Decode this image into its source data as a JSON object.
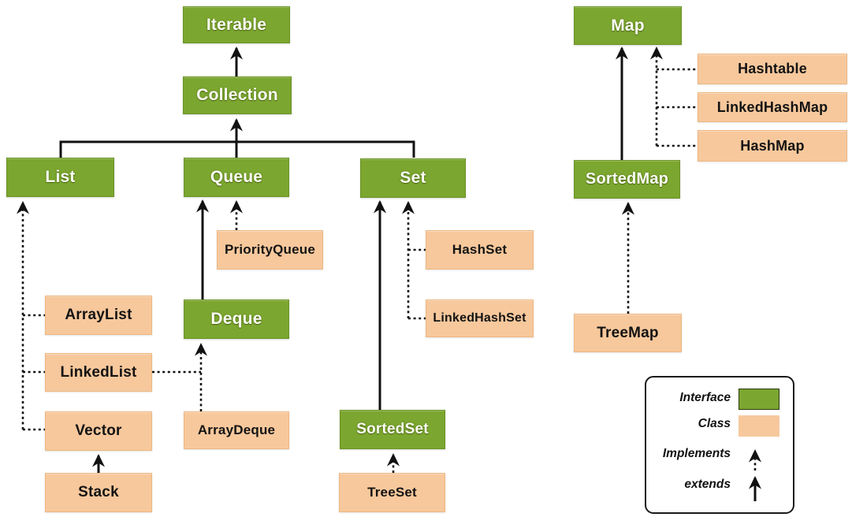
{
  "nodes": {
    "iterable": {
      "label": "Iterable",
      "kind": "interface"
    },
    "collection": {
      "label": "Collection",
      "kind": "interface"
    },
    "list": {
      "label": "List",
      "kind": "interface"
    },
    "queue": {
      "label": "Queue",
      "kind": "interface"
    },
    "set": {
      "label": "Set",
      "kind": "interface"
    },
    "deque": {
      "label": "Deque",
      "kind": "interface"
    },
    "sortedset": {
      "label": "SortedSet",
      "kind": "interface"
    },
    "map": {
      "label": "Map",
      "kind": "interface"
    },
    "sortedmap": {
      "label": "SortedMap",
      "kind": "interface"
    },
    "priorityqueue": {
      "label": "PriorityQueue",
      "kind": "class"
    },
    "arraylist": {
      "label": "ArrayList",
      "kind": "class"
    },
    "linkedlist": {
      "label": "LinkedList",
      "kind": "class"
    },
    "vector": {
      "label": "Vector",
      "kind": "class"
    },
    "stack": {
      "label": "Stack",
      "kind": "class"
    },
    "arraydeque": {
      "label": "ArrayDeque",
      "kind": "class"
    },
    "hashset": {
      "label": "HashSet",
      "kind": "class"
    },
    "linkedhashset": {
      "label": "LinkedHashSet",
      "kind": "class"
    },
    "treeset": {
      "label": "TreeSet",
      "kind": "class"
    },
    "hashtable": {
      "label": "Hashtable",
      "kind": "class"
    },
    "linkedhashmap": {
      "label": "LinkedHashMap",
      "kind": "class"
    },
    "hashmap": {
      "label": "HashMap",
      "kind": "class"
    },
    "treemap": {
      "label": "TreeMap",
      "kind": "class"
    }
  },
  "edges": [
    {
      "from": "Collection",
      "to": "Iterable",
      "relation": "extends"
    },
    {
      "from": "List",
      "to": "Collection",
      "relation": "extends"
    },
    {
      "from": "Queue",
      "to": "Collection",
      "relation": "extends"
    },
    {
      "from": "Set",
      "to": "Collection",
      "relation": "extends"
    },
    {
      "from": "ArrayList",
      "to": "List",
      "relation": "implements"
    },
    {
      "from": "LinkedList",
      "to": "List",
      "relation": "implements"
    },
    {
      "from": "Vector",
      "to": "List",
      "relation": "implements"
    },
    {
      "from": "Stack",
      "to": "Vector",
      "relation": "extends"
    },
    {
      "from": "PriorityQueue",
      "to": "Queue",
      "relation": "implements"
    },
    {
      "from": "Deque",
      "to": "Queue",
      "relation": "extends"
    },
    {
      "from": "ArrayDeque",
      "to": "Deque",
      "relation": "implements"
    },
    {
      "from": "LinkedList",
      "to": "Deque",
      "relation": "implements"
    },
    {
      "from": "HashSet",
      "to": "Set",
      "relation": "implements"
    },
    {
      "from": "LinkedHashSet",
      "to": "Set",
      "relation": "implements"
    },
    {
      "from": "SortedSet",
      "to": "Set",
      "relation": "extends"
    },
    {
      "from": "TreeSet",
      "to": "SortedSet",
      "relation": "implements"
    },
    {
      "from": "SortedMap",
      "to": "Map",
      "relation": "extends"
    },
    {
      "from": "Hashtable",
      "to": "Map",
      "relation": "implements"
    },
    {
      "from": "LinkedHashMap",
      "to": "Map",
      "relation": "implements"
    },
    {
      "from": "HashMap",
      "to": "Map",
      "relation": "implements"
    },
    {
      "from": "TreeMap",
      "to": "SortedMap",
      "relation": "implements"
    }
  ],
  "legend": {
    "interface": "Interface",
    "class": "Class",
    "implements": "Implements",
    "extends": "extends"
  },
  "colors": {
    "interface_fill": "#7ba62f",
    "class_fill": "#f7c89c",
    "arrow": "#111111",
    "background": "#ffffff"
  }
}
